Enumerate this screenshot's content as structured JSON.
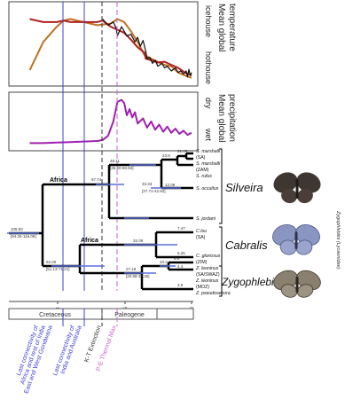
{
  "panels": {
    "temperature": {
      "title": "Mean global temperature",
      "title_lines": [
        "Mean global",
        "temperature"
      ],
      "levels": [
        "icehouse",
        "hothouse"
      ]
    },
    "precipitation": {
      "title": "Mean global precipitation",
      "title_lines": [
        "Mean global",
        "precipitation"
      ],
      "levels": [
        "dry",
        "wet"
      ]
    }
  },
  "tree": {
    "node_labels": [
      "Africa",
      "Africa"
    ],
    "node_ages": [
      "105.83",
      "[94.26-116.08]",
      "67.74",
      "62.00",
      "[51.13-71.21]",
      "48.11",
      "[35.60-60.84]",
      "33.33",
      "[27.71-42.62]",
      "32.09",
      "27.19",
      "[20.98-33.36]",
      "23.9",
      "21.49",
      "12.06",
      "10.3",
      "9.9",
      "7.47",
      "6.25",
      "4.4",
      "3.9"
    ],
    "terminals": [
      {
        "name": "S. marshalli",
        "note": "(SA)"
      },
      {
        "name": "S. marshalli",
        "note": "(ZAM)"
      },
      {
        "name": "S. rufus",
        "note": ""
      },
      {
        "name": "S. occultus",
        "note": ""
      },
      {
        "name": "S. jordani",
        "note": ""
      },
      {
        "name": "C.tsu",
        "note": "(SA)"
      },
      {
        "name": "C. gloriosus",
        "note": "(ZIM)"
      },
      {
        "name": "Z. leoninus",
        "note": "(SA/SWAZ)"
      },
      {
        "name": "Z. leoninus",
        "note": "(MOZ)"
      },
      {
        "name": "Z. pseudosekora",
        "note": ""
      }
    ],
    "axis_ticks": [
      "100",
      "50",
      "0"
    ],
    "periods": [
      "Cretaceous",
      "Paleogene"
    ]
  },
  "genera": [
    "Silveira",
    "Cabralis",
    "Zygophlebius"
  ],
  "side_label": "Zygophlebiini (Lycaenidae)",
  "events": [
    {
      "id": "last-connectivity-africa-gondwana",
      "lines": [
        "Last connectivity of",
        "Africa and rest of India",
        "East and West Gondwana"
      ],
      "color": "#3f3fd8"
    },
    {
      "id": "last-connectivity-india-australia",
      "lines": [
        "Last connectivity of",
        "India and Australia"
      ],
      "color": "#3f3fd8"
    },
    {
      "id": "kt-extinction",
      "lines": [
        "K-T Extinction"
      ],
      "color": "#333333"
    },
    {
      "id": "pe-thermal-max",
      "lines": [
        "P-E Thermal Max"
      ],
      "color": "#d060d0"
    }
  ],
  "chart_data": [
    {
      "type": "line",
      "title": "Mean global temperature",
      "ylabel": "icehouse – hothouse",
      "note": "Series values read as relative levels (0 = icehouse, 1 = hothouse) against time in Ma; no numeric ticks printed on this panel.",
      "series": [
        {
          "color": "#c07020",
          "x": [
            120,
            110,
            100,
            95,
            90,
            85,
            80,
            70,
            60,
            55,
            50,
            45,
            40,
            35,
            30,
            20,
            15,
            10,
            5,
            2,
            0
          ],
          "y": [
            0.15,
            0.52,
            0.72,
            0.8,
            0.82,
            0.8,
            0.78,
            0.74,
            0.76,
            0.82,
            0.78,
            0.66,
            0.52,
            0.35,
            0.3,
            0.22,
            0.2,
            0.12,
            0.08,
            0.06,
            0.05
          ]
        },
        {
          "color": "#b02020",
          "x": [
            120,
            110,
            100,
            95,
            90,
            80,
            70,
            66,
            60,
            55,
            50,
            45,
            40,
            35,
            34,
            30,
            25,
            20,
            15,
            10,
            5,
            0
          ],
          "y": [
            0.82,
            0.78,
            0.78,
            0.8,
            0.78,
            0.78,
            0.78,
            0.8,
            0.72,
            0.68,
            0.64,
            0.55,
            0.45,
            0.38,
            0.3,
            0.28,
            0.25,
            0.26,
            0.22,
            0.18,
            0.12,
            0.08
          ]
        },
        {
          "color": "#111111",
          "x": [
            66,
            62,
            58,
            56,
            55,
            52,
            50,
            48,
            45,
            42,
            40,
            38,
            36,
            34,
            33,
            31,
            29,
            27,
            25,
            22,
            20,
            18,
            15,
            12,
            10,
            8,
            6,
            4,
            3,
            2,
            1,
            0
          ],
          "y": [
            0.82,
            0.74,
            0.78,
            0.7,
            0.6,
            0.72,
            0.66,
            0.6,
            0.62,
            0.52,
            0.58,
            0.46,
            0.54,
            0.4,
            0.3,
            0.32,
            0.24,
            0.28,
            0.2,
            0.24,
            0.18,
            0.2,
            0.14,
            0.18,
            0.12,
            0.14,
            0.1,
            0.14,
            0.06,
            0.16,
            0.08,
            0.12
          ]
        }
      ]
    },
    {
      "type": "line",
      "title": "Mean global precipitation",
      "ylabel": "dry – wet",
      "note": "Relative levels (0 = dry, 1 = wet) against time in Ma.",
      "series": [
        {
          "color": "#a020b0",
          "x": [
            120,
            110,
            100,
            90,
            80,
            70,
            66,
            62,
            58,
            55,
            52,
            50,
            48,
            46,
            44,
            42,
            40,
            36,
            33,
            30,
            27,
            24,
            21,
            18,
            15,
            12,
            9,
            6,
            3,
            0
          ],
          "y": [
            0.08,
            0.08,
            0.09,
            0.1,
            0.11,
            0.12,
            0.14,
            0.22,
            0.5,
            0.88,
            0.92,
            0.86,
            0.62,
            0.74,
            0.58,
            0.68,
            0.46,
            0.56,
            0.38,
            0.5,
            0.34,
            0.44,
            0.3,
            0.4,
            0.28,
            0.36,
            0.26,
            0.32,
            0.24,
            0.28
          ]
        }
      ]
    }
  ]
}
